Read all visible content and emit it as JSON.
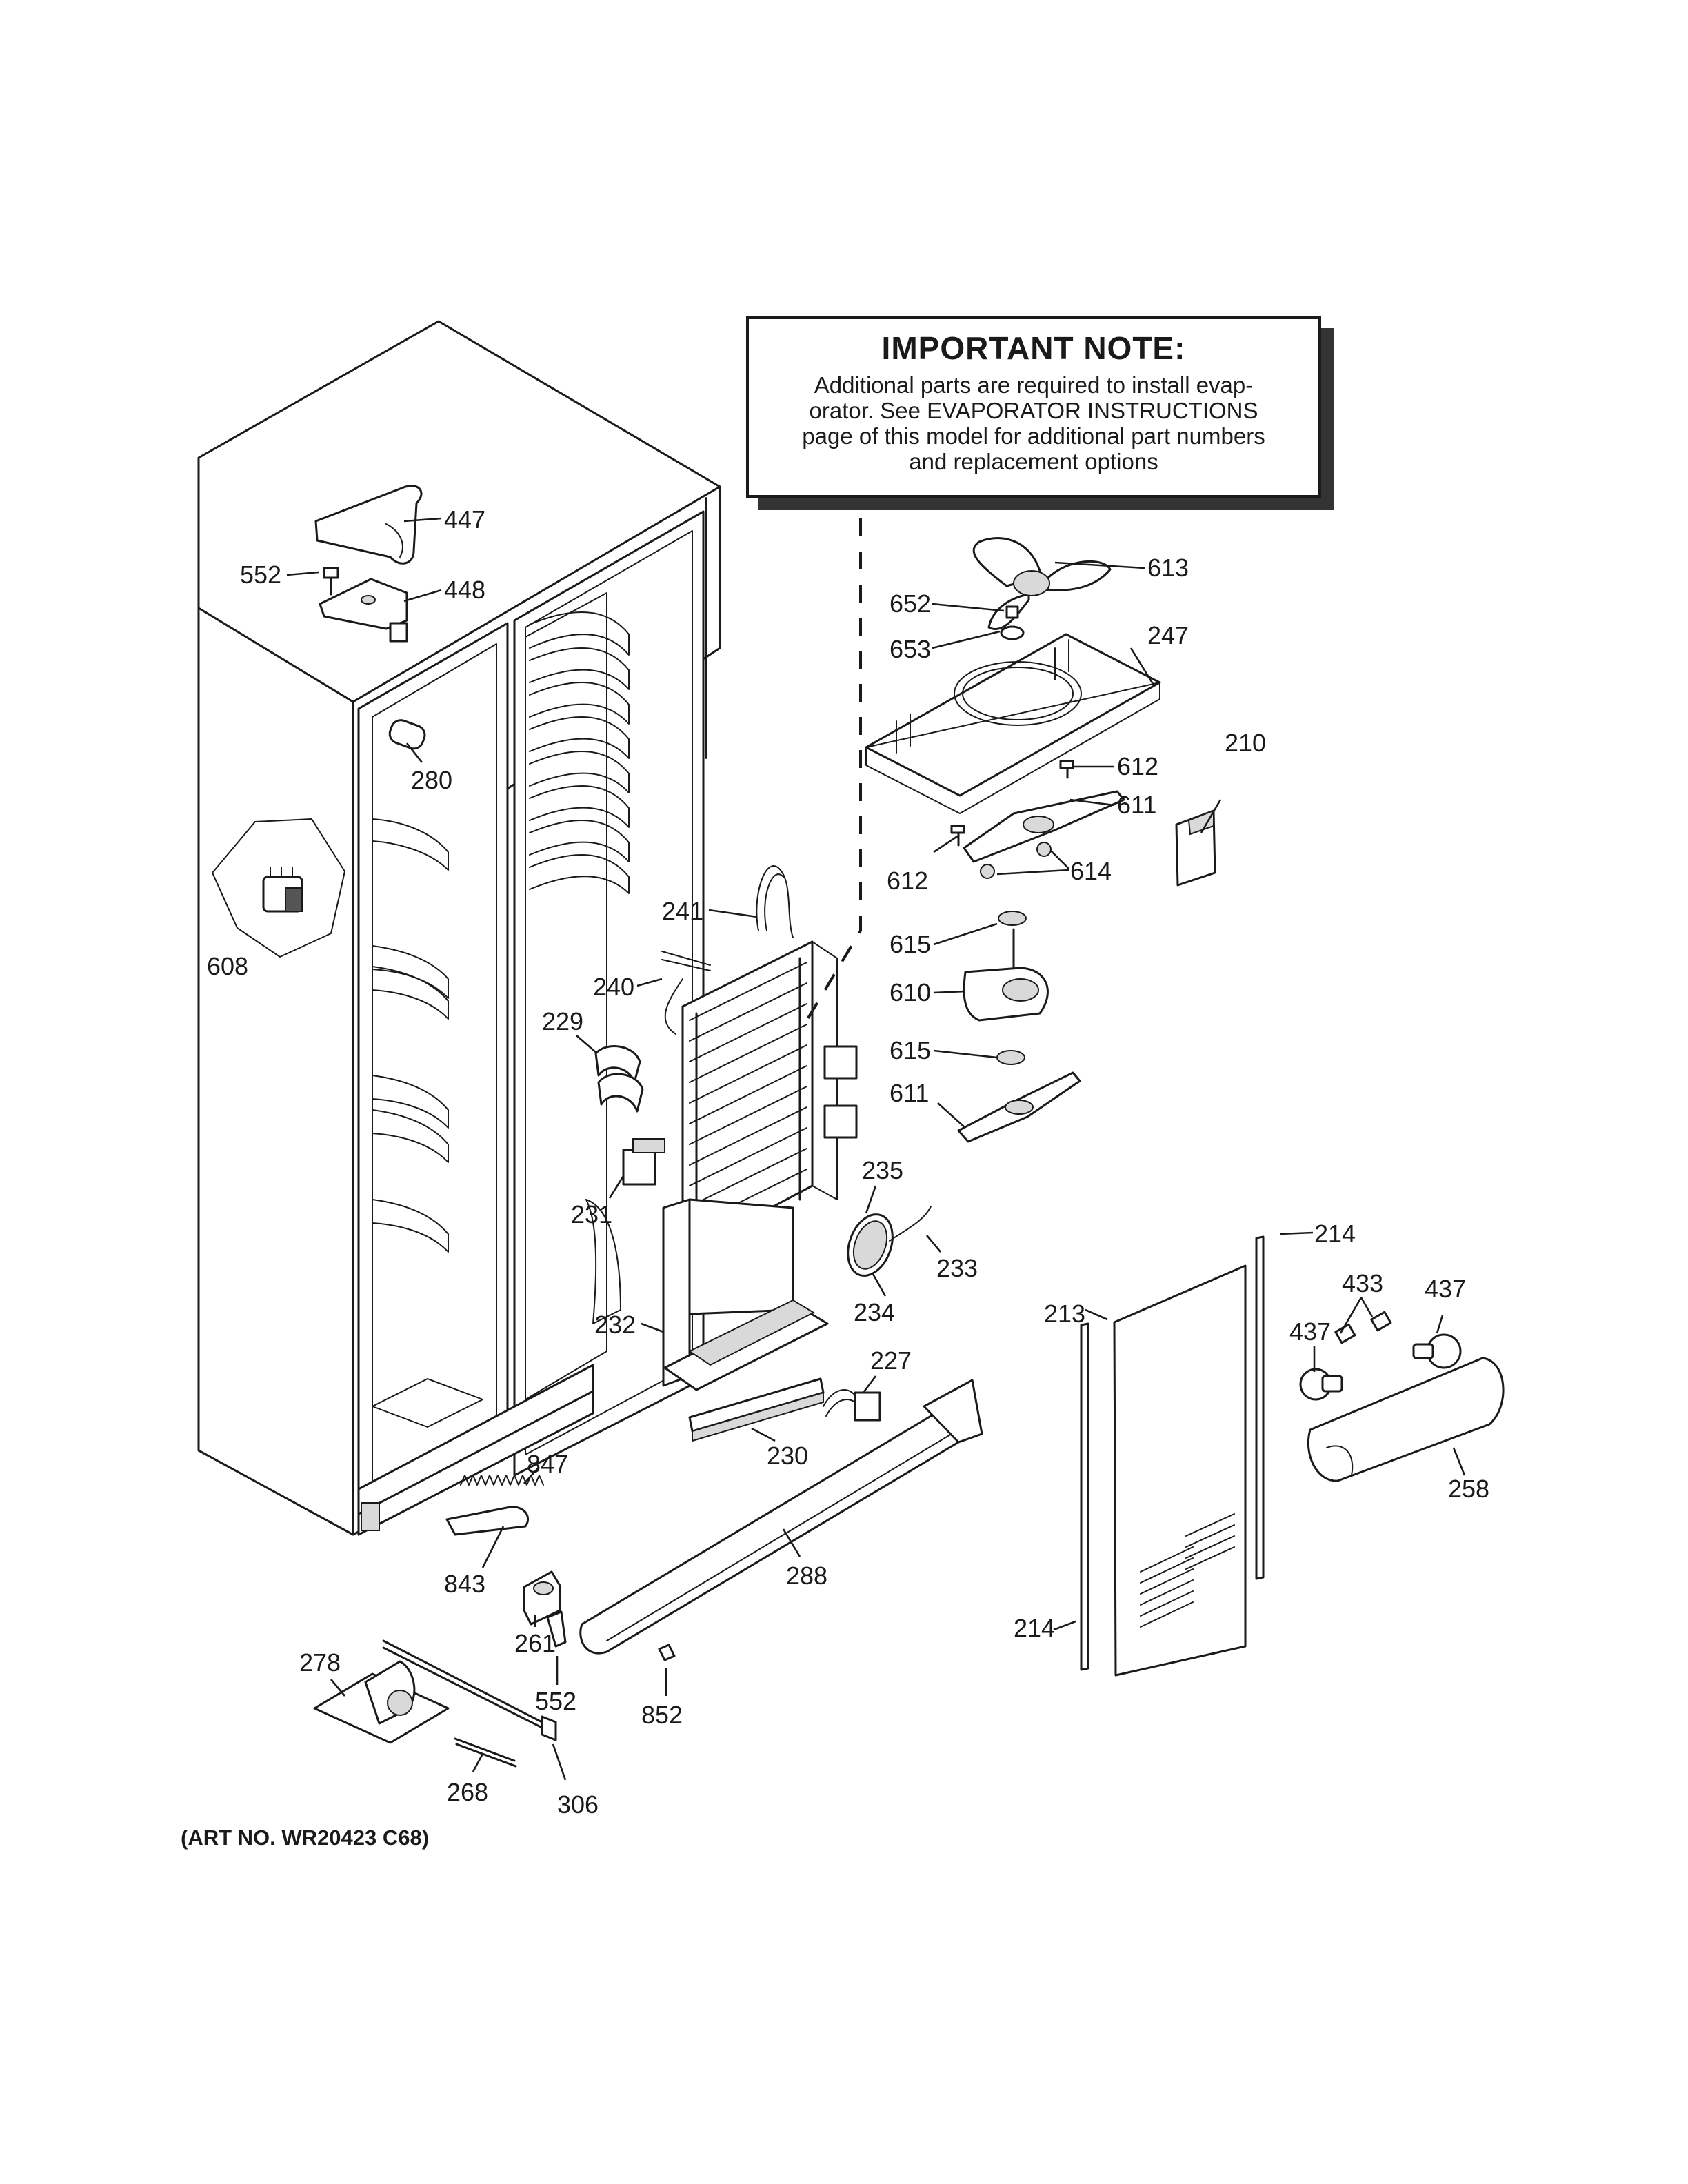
{
  "note": {
    "title": "IMPORTANT NOTE:",
    "body": "Additional parts are required to install evap-\norator.  See EVAPORATOR INSTRUCTIONS\npage of this model for additional part numbers\nand replacement options"
  },
  "art_number": "(ART NO. WR20423 C68)",
  "part_labels": [
    "447",
    "552",
    "448",
    "280",
    "608",
    "613",
    "652",
    "653",
    "247",
    "612",
    "611",
    "210",
    "612",
    "614",
    "615",
    "241",
    "240",
    "229",
    "610",
    "615",
    "611",
    "231",
    "235",
    "233",
    "234",
    "232",
    "227",
    "230",
    "214",
    "213",
    "433",
    "437",
    "437",
    "258",
    "847",
    "843",
    "288",
    "261",
    "552",
    "852",
    "278",
    "268",
    "306",
    "214"
  ]
}
